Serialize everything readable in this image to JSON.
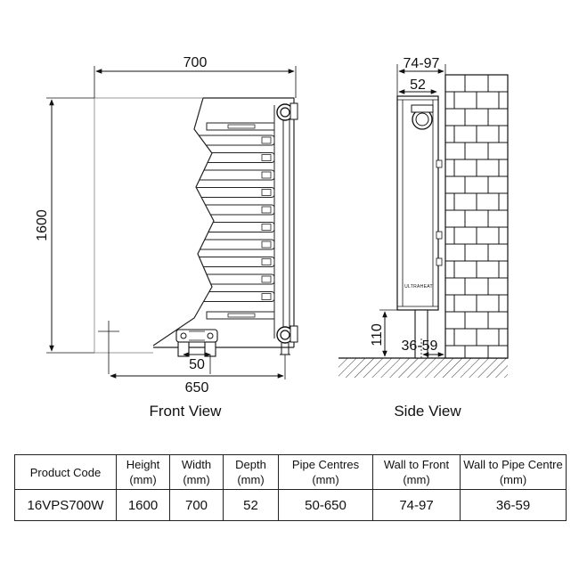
{
  "front_view": {
    "caption": "Front View",
    "width_label": "700",
    "height_label": "1600",
    "pipe_centres_label": "650",
    "offset_label": "50"
  },
  "side_view": {
    "caption": "Side View",
    "wall_to_front_label": "74-97",
    "depth_label": "52",
    "height_off_floor_label": "110",
    "wall_to_pipe_label": "36-59",
    "brand_text": "ULTRAHEAT"
  },
  "spec_table": {
    "headers": [
      "Product Code",
      "Height\n(mm)",
      "Width\n(mm)",
      "Depth\n(mm)",
      "Pipe Centres\n(mm)",
      "Wall to Front\n(mm)",
      "Wall to Pipe Centre\n(mm)"
    ],
    "rows": [
      [
        "16VPS700W",
        "1600",
        "700",
        "52",
        "50-650",
        "74-97",
        "36-59"
      ]
    ]
  }
}
